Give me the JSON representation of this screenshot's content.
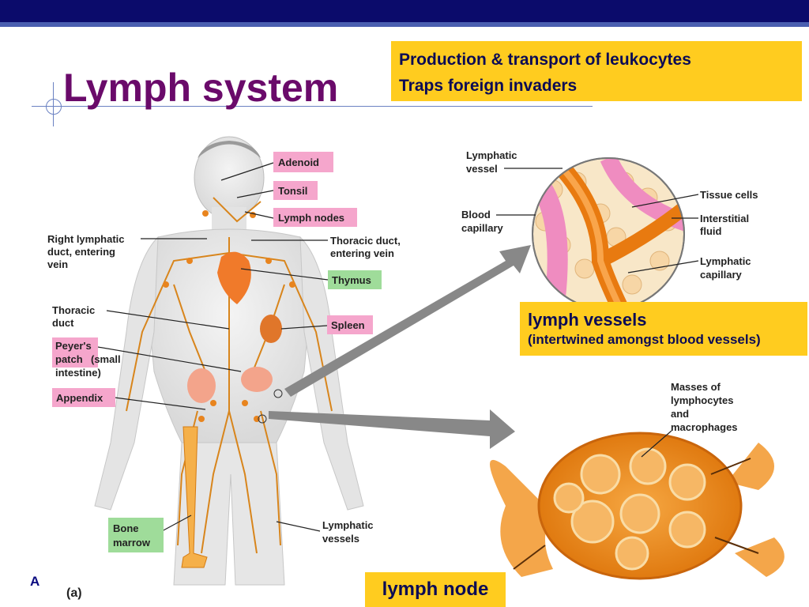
{
  "slide": {
    "title": "Lymph system",
    "footer_letter": "A",
    "panel_letter": "(a)"
  },
  "summary_box": {
    "line1": "Production & transport of leukocytes",
    "line2": "Traps foreign invaders"
  },
  "vessels_box": {
    "heading": "lymph vessels",
    "sub": "(intertwined amongst blood vessels)"
  },
  "node_box": {
    "label": "lymph node"
  },
  "body_labels": {
    "adenoid": "Adenoid",
    "tonsil": "Tonsil",
    "lymph_nodes": "Lymph nodes",
    "right_duct_1": "Right lymphatic",
    "right_duct_2": "duct, entering",
    "right_duct_3": "vein",
    "thoracic_vein_1": "Thoracic duct,",
    "thoracic_vein_2": "entering vein",
    "thymus": "Thymus",
    "thoracic_duct_1": "Thoracic",
    "thoracic_duct_2": "duct",
    "spleen": "Spleen",
    "peyers_1": "Peyer's",
    "peyers_2": "patch",
    "peyers_3": "(small",
    "peyers_4": "intestine)",
    "appendix": "Appendix",
    "bone_1": "Bone",
    "bone_2": "marrow",
    "lymphatic_vessels_1": "Lymphatic",
    "lymphatic_vessels_2": "vessels"
  },
  "vessel_labels": {
    "lymphatic_vessel_1": "Lymphatic",
    "lymphatic_vessel_2": "vessel",
    "blood_capillary_1": "Blood",
    "blood_capillary_2": "capillary",
    "tissue_cells": "Tissue cells",
    "interstitial_1": "Interstitial",
    "interstitial_2": "fluid",
    "lymph_capillary_1": "Lymphatic",
    "lymph_capillary_2": "capillary"
  },
  "node_labels": {
    "masses_1": "Masses of",
    "masses_2": "lymphocytes",
    "masses_3": "and",
    "masses_4": "macrophages"
  },
  "colors": {
    "title": "#6a0a6a",
    "highlight_box": "#ffcc1f",
    "tag_pink": "#f5a6cc",
    "tag_green": "#9fdc9a",
    "lymph_orange": "#e8841e"
  }
}
